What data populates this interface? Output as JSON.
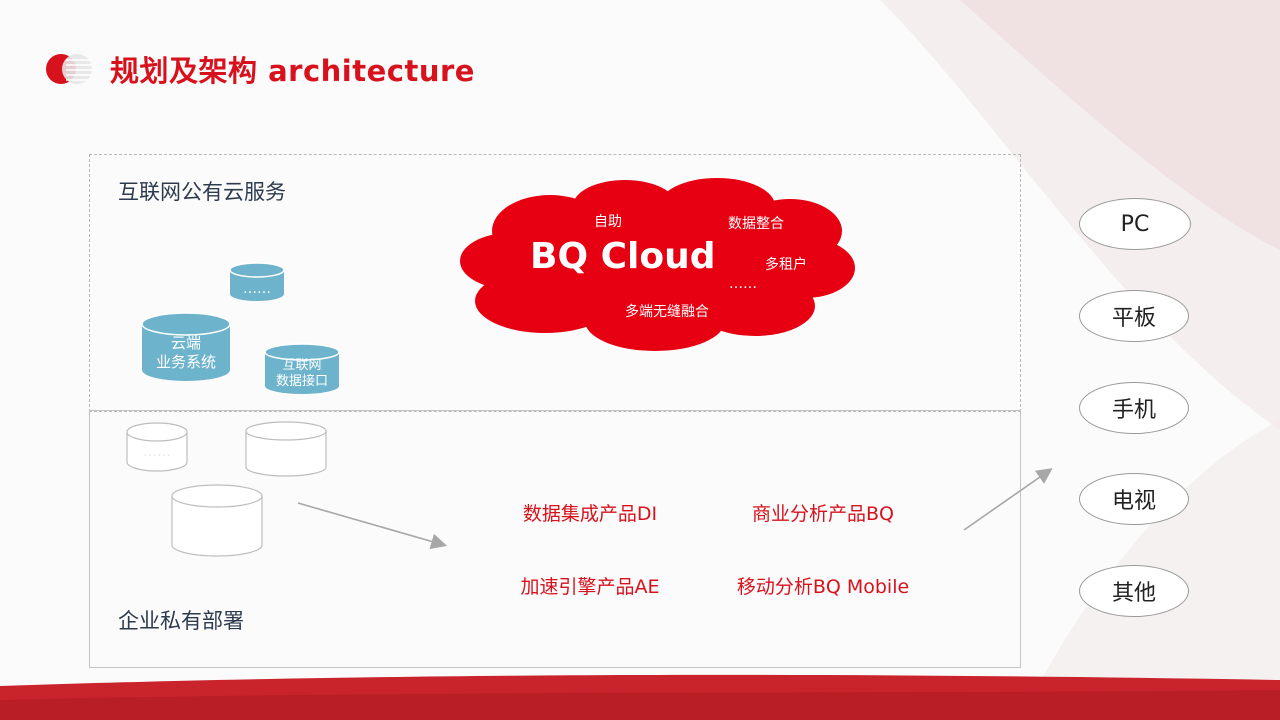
{
  "header": {
    "title": "规划及架构 architecture"
  },
  "colors": {
    "accent": "#d7121d",
    "cylinder": "#6eb3cc",
    "text_dark": "#2e3a4d"
  },
  "public_cloud": {
    "label": "互联网公有云服务",
    "cylinders": {
      "dots": "……",
      "cloud_system": "云端\n业务系统",
      "internet_api": "互联网\n数据接口"
    }
  },
  "cloud": {
    "title": "BQ Cloud",
    "self_service": "自助",
    "data_integration": "数据整合",
    "multi_tenant": "多租户",
    "seamless": "多端无缝融合",
    "more": "……"
  },
  "private_deploy": {
    "label": "企业私有部署",
    "cylinders": {
      "dots": "……"
    }
  },
  "products": {
    "di": "数据集成产品DI",
    "bq": "商业分析产品BQ",
    "ae": "加速引擎产品AE",
    "mobile": "移动分析BQ Mobile"
  },
  "devices": [
    "PC",
    "平板",
    "手机",
    "电视",
    "其他"
  ]
}
